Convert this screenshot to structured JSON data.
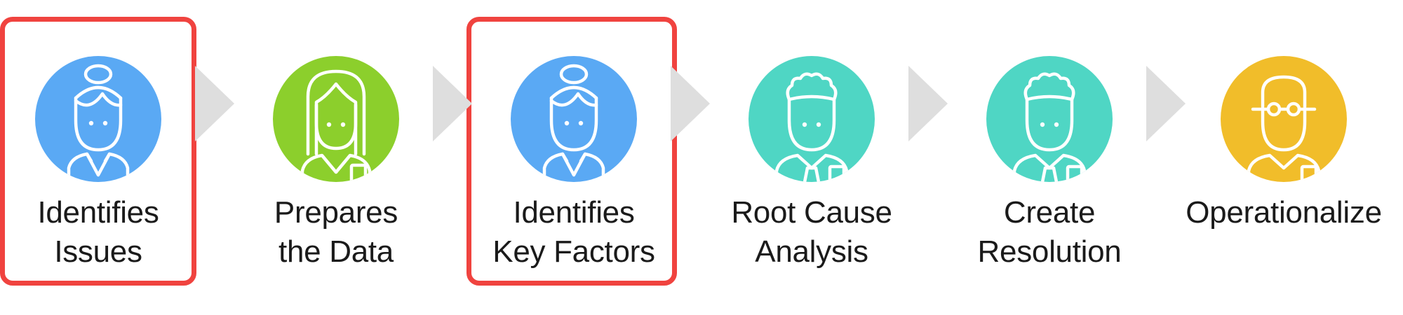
{
  "diagram": {
    "steps": [
      {
        "lines": [
          "Identifies",
          "Issues"
        ],
        "color": "#5aa9f4",
        "icon": "woman-bun-icon",
        "highlighted": true
      },
      {
        "lines": [
          "Prepares",
          "the Data"
        ],
        "color": "#8ccf2c",
        "icon": "woman-long-hair-icon",
        "highlighted": false
      },
      {
        "lines": [
          "Identifies",
          "Key Factors"
        ],
        "color": "#5aa9f4",
        "icon": "woman-bun-icon",
        "highlighted": true
      },
      {
        "lines": [
          "Root Cause",
          "Analysis"
        ],
        "color": "#4fd6c4",
        "icon": "man-curly-hair-icon",
        "highlighted": false
      },
      {
        "lines": [
          "Create",
          "Resolution"
        ],
        "color": "#4fd6c4",
        "icon": "man-curly-hair-icon",
        "highlighted": false
      },
      {
        "lines": [
          "Operationalize"
        ],
        "color": "#f1bd2a",
        "icon": "man-glasses-icon",
        "highlighted": false
      }
    ],
    "arrow_color": "#dedede",
    "highlight_color": "#f0433f"
  }
}
